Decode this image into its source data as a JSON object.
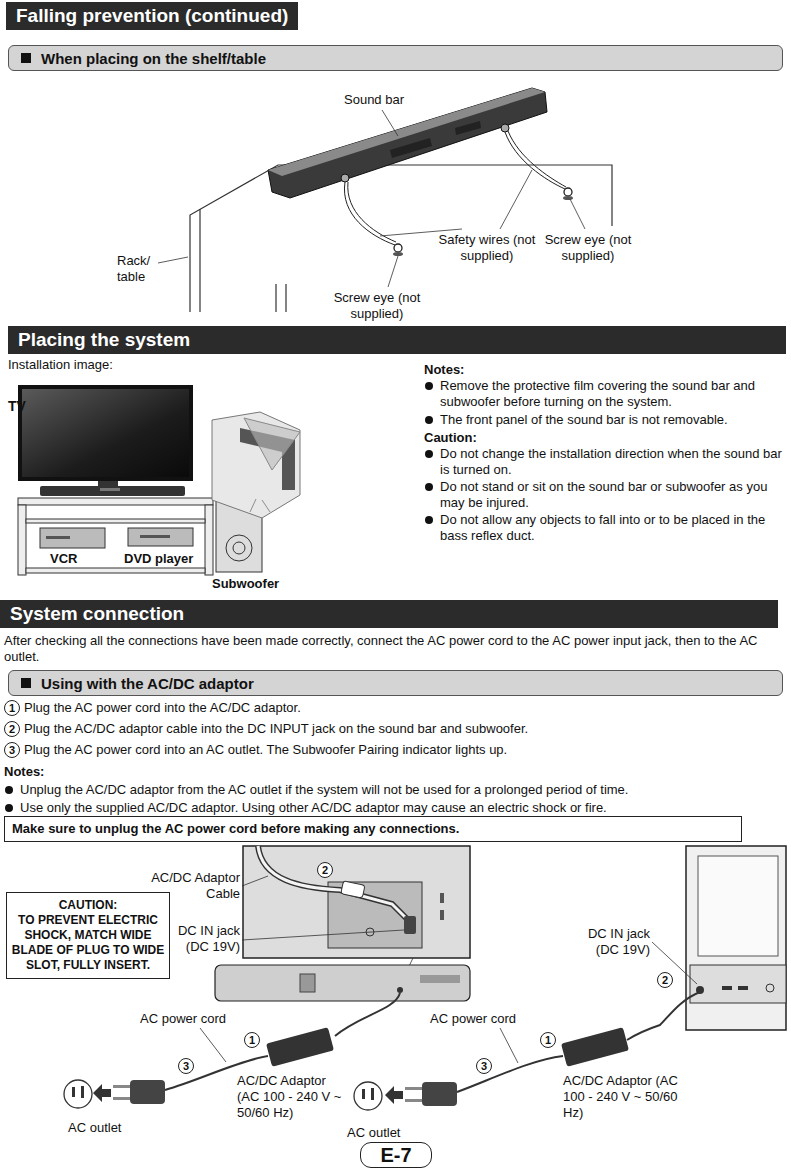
{
  "diagram": {
    "nodes": [
      {
        "text": [
          "Falling prevention (continued)"
        ]
      },
      {
        "text": [
          "When placing on the shelf/table"
        ]
      },
      {
        "text": [
          "Placing the system"
        ]
      },
      {
        "text": [
          "System connection"
        ]
      },
      {
        "text": [
          "Using with the AC/DC adaptor"
        ]
      },
      {
        "text": [
          "Make sure to unplug the AC power cord before making any connections."
        ]
      },
      {
        "text": [
          "CAUTION:",
          "TO PREVENT ELECTRIC SHOCK, MATCH WIDE BLADE OF PLUG TO WIDE SLOT, FULLY INSERT."
        ]
      },
      {
        "text": [
          "E-7"
        ]
      }
    ],
    "labels": [
      "Sound bar",
      "Rack/ table",
      "Safety wires (not supplied)",
      "Screw eye (not supplied)",
      "Screw eye (not supplied)",
      "Installation image:",
      "TV",
      "VCR",
      "DVD player",
      "Subwoofer",
      "Notes:",
      "Remove the protective film covering the sound bar and subwoofer before turning on the system.",
      "The front panel of the sound bar is not removable.",
      "Caution:",
      "Do not change the installation direction when the sound bar is turned on.",
      "Do not stand or sit on the sound bar or subwoofer as you may be injured.",
      "Do not allow any objects to fall into or to be placed in the bass reflex duct.",
      "After checking all the connections have been made correctly, connect the AC power cord to the AC power input jack, then to the AC outlet.",
      "1",
      "Plug the AC power cord into the AC/DC adaptor.",
      "2",
      "Plug the AC/DC adaptor cable into the DC INPUT jack on the sound bar and subwoofer.",
      "3",
      "Plug the AC power cord into an AC outlet. The Subwoofer Pairing indicator lights up.",
      "Notes:",
      "Unplug the AC/DC adaptor from the AC outlet if the system will not be used for a prolonged period of time.",
      "Use only the supplied AC/DC adaptor. Using other AC/DC adaptor may cause an electric shock or fire.",
      "AC/DC Adaptor Cable",
      "DC IN jack (DC 19V)",
      "2",
      "AC power cord",
      "1",
      "3",
      "AC/DC Adaptor (AC 100 - 240 V ~ 50/60 Hz)",
      "AC outlet",
      "DC IN jack (DC 19V)",
      "2",
      "AC power cord",
      "1",
      "3",
      "AC/DC Adaptor (AC 100 - 240 V ~ 50/60 Hz)",
      "AC outlet"
    ]
  }
}
